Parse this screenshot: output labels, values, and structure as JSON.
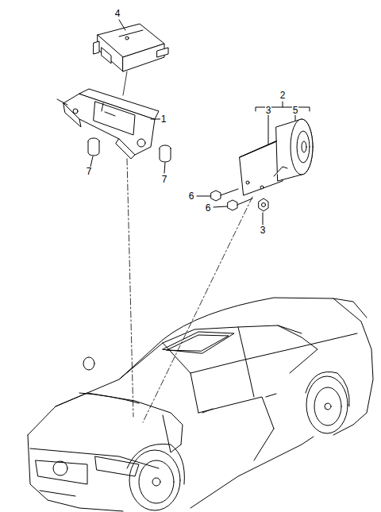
{
  "diagram": {
    "labels": [
      "4",
      "1",
      "7",
      "7",
      "2",
      "3",
      "5",
      "6",
      "6",
      "3"
    ]
  }
}
